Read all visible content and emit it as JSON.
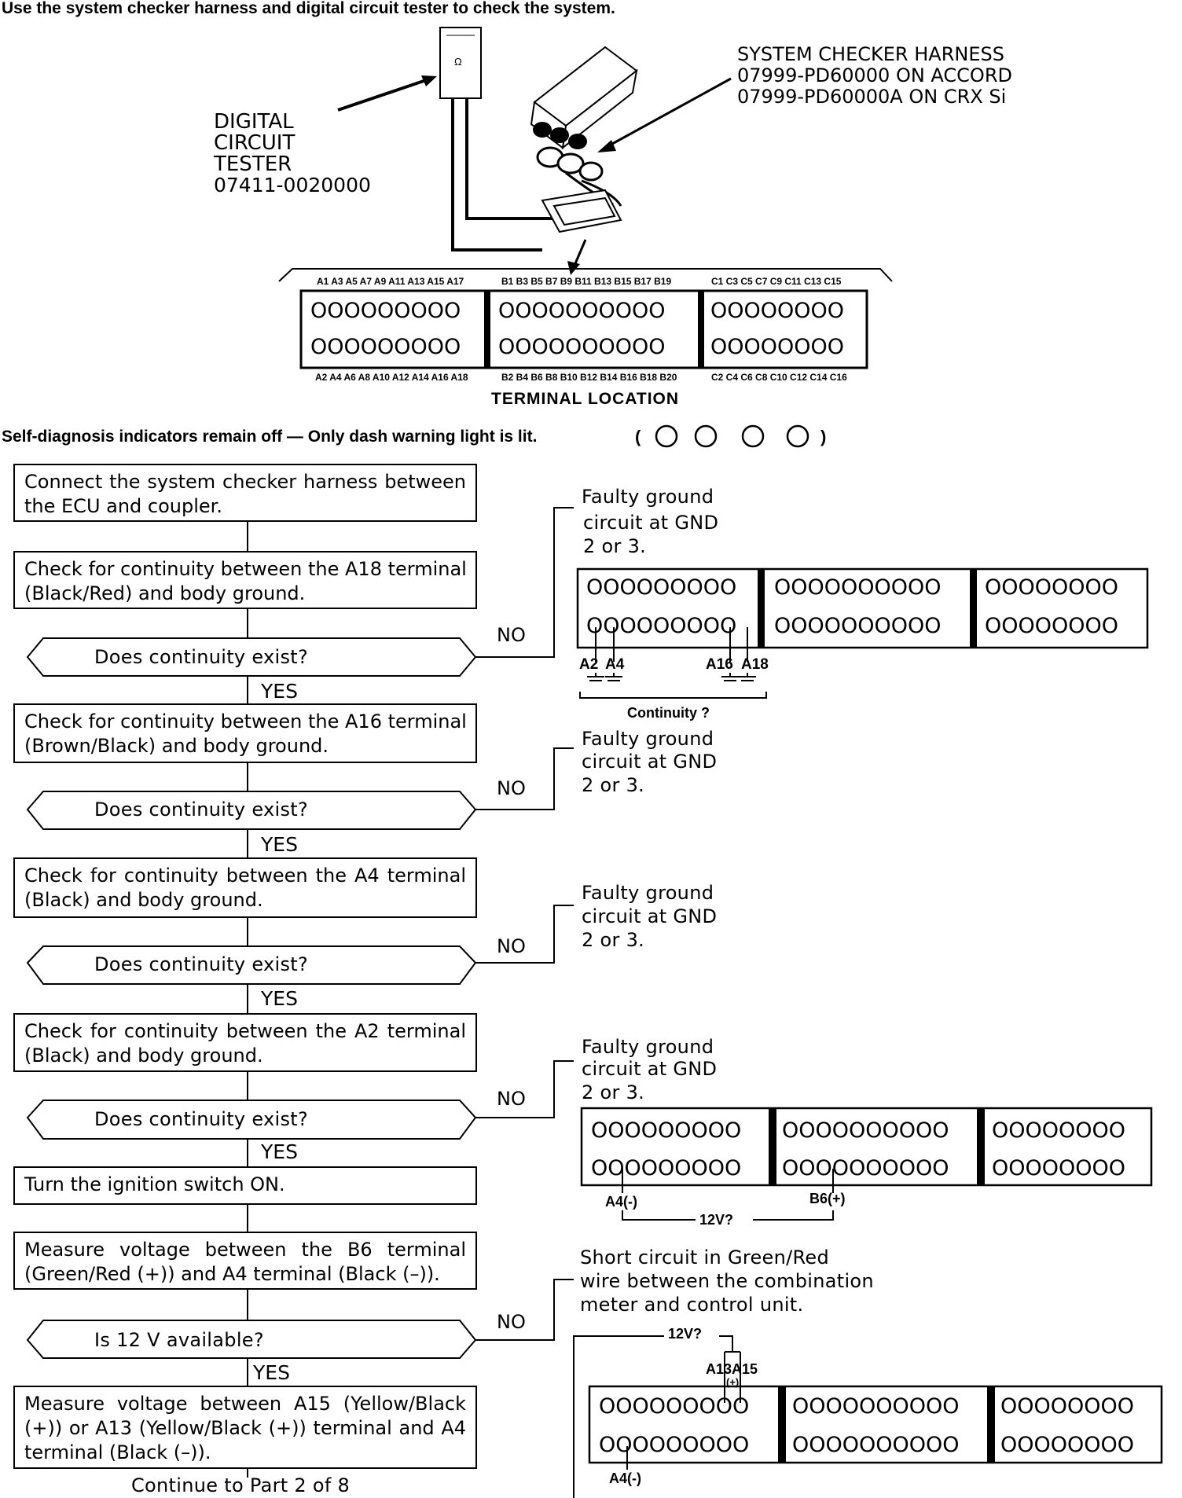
{
  "header": {
    "instruction": "Use the system checker harness and digital circuit tester to check the system."
  },
  "illustration": {
    "tester_glyph": "Ω",
    "tester_label": [
      "DIGITAL",
      "CIRCUIT",
      "TESTER",
      "07411-0020000"
    ],
    "harness_label": [
      "SYSTEM CHECKER HARNESS",
      "07999-PD60000 ON ACCORD",
      "07999-PD60000A ON CRX Si"
    ],
    "terminal_labels_top": {
      "a": "A1 A3 A5 A7 A9 A11 A13 A15 A17",
      "b": "B1 B3 B5 B7 B9 B11 B13 B15 B17 B19",
      "c": "C1 C3 C5 C7 C9 C11 C13 C15"
    },
    "terminal_labels_bottom": {
      "a": "A2 A4 A6 A8 A10 A12 A14 A16 A18",
      "b": "B2 B4 B6 B8 B10 B12 B14 B16 B18 B20",
      "c": "C2 C4 C6 C8 C10 C12 C14 C16"
    },
    "terminal_caption": "TERMINAL LOCATION",
    "rows": {
      "a": "OOOOOOOOO",
      "b": "OOOOOOOOOO",
      "c": "OOOOOOOO"
    }
  },
  "condition": {
    "text": "Self-diagnosis indicators remain off — Only dash warning light is lit.",
    "open": "(",
    "close": ")"
  },
  "flowchart": {
    "steps": [
      {
        "lines": [
          "Connect the system checker harness between",
          "the ECU and coupler."
        ]
      },
      {
        "lines": [
          "Check for continuity between the A18 terminal",
          "(Black/Red) and body ground."
        ]
      },
      {
        "lines": [
          "Check for continuity between the A16 terminal",
          "(Brown/Black) and body ground."
        ]
      },
      {
        "lines": [
          "Check for continuity between the A4 terminal",
          "(Black) and body ground."
        ]
      },
      {
        "lines": [
          "Check for continuity between the A2 terminal",
          "(Black) and body ground."
        ]
      },
      {
        "lines": [
          "Turn the ignition switch ON."
        ]
      },
      {
        "lines": [
          "Measure voltage between the B6 terminal",
          "(Green/Red (+)) and A4 terminal (Black (–))."
        ]
      },
      {
        "lines": [
          "Measure voltage between A15 (Yellow/Black",
          "(+)) or A13 (Yellow/Black (+)) terminal and A4",
          "terminal (Black (–))."
        ]
      }
    ],
    "decisions": [
      {
        "question": "Does continuity exist?"
      },
      {
        "question": "Does continuity exist?"
      },
      {
        "question": "Does continuity exist?"
      },
      {
        "question": "Does continuity exist?"
      },
      {
        "question": "Is 12 V available?"
      }
    ],
    "yes_label": "YES",
    "no_label": "NO",
    "results": [
      {
        "lines": [
          "Faulty ground",
          "circuit at GND",
          "2 or 3."
        ]
      },
      {
        "lines": [
          "Faulty ground",
          "circuit at GND",
          "2 or 3."
        ]
      },
      {
        "lines": [
          "Faulty ground",
          "circuit at GND",
          "2 or 3."
        ]
      },
      {
        "lines": [
          "Faulty ground",
          "circuit at GND",
          "2 or 3."
        ]
      },
      {
        "lines": [
          "Short circuit in Green/Red",
          "wire between the combination",
          "meter and control unit."
        ]
      }
    ],
    "footer": "Continue to Part 2 of 8"
  },
  "detail_diagrams": {
    "d1": {
      "labels": [
        "A2",
        "A4",
        "A16",
        "A18"
      ],
      "caption": "Continuity ?"
    },
    "d2": {
      "left_label": "A4(-)",
      "right_label": "B6(+)",
      "measure": "12V?"
    },
    "d3": {
      "top_label": "A13A15",
      "plus": "(+)",
      "measure": "12V?",
      "bottom_label": "A4(-)"
    }
  }
}
